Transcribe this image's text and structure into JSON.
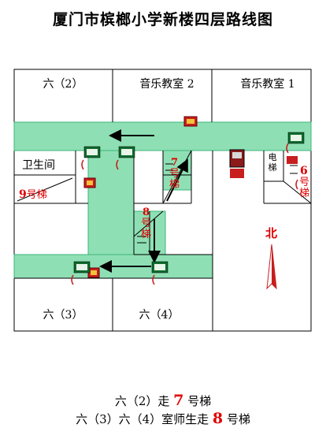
{
  "title": "厦门市槟榔小学新楼四层路线图",
  "rooms": {
    "r62": "六（2）",
    "music2": "音乐教室 2",
    "music1": "音乐教室 1",
    "wc": "卫生间",
    "elevator": "电梯",
    "r63": "六（3）",
    "r64": "六（4）"
  },
  "stairs": {
    "s7": {
      "num": "7",
      "word": "号梯"
    },
    "s8": {
      "num": "8",
      "word": "号梯"
    },
    "s6": {
      "num": "6",
      "word": "号梯"
    },
    "s9": {
      "num": "9",
      "word": "号梯"
    }
  },
  "compass": "北",
  "instructions": {
    "line1": {
      "pre": "六（2）走 ",
      "num": "7",
      "post": " 号梯"
    },
    "line2": {
      "pre": "六（3）六（4）室师生走 ",
      "num": "8",
      "post": " 号梯"
    }
  },
  "colors": {
    "corridor": "#8ee0b4",
    "corridor_border": "#3fb57a",
    "label_red": "#e00000"
  }
}
